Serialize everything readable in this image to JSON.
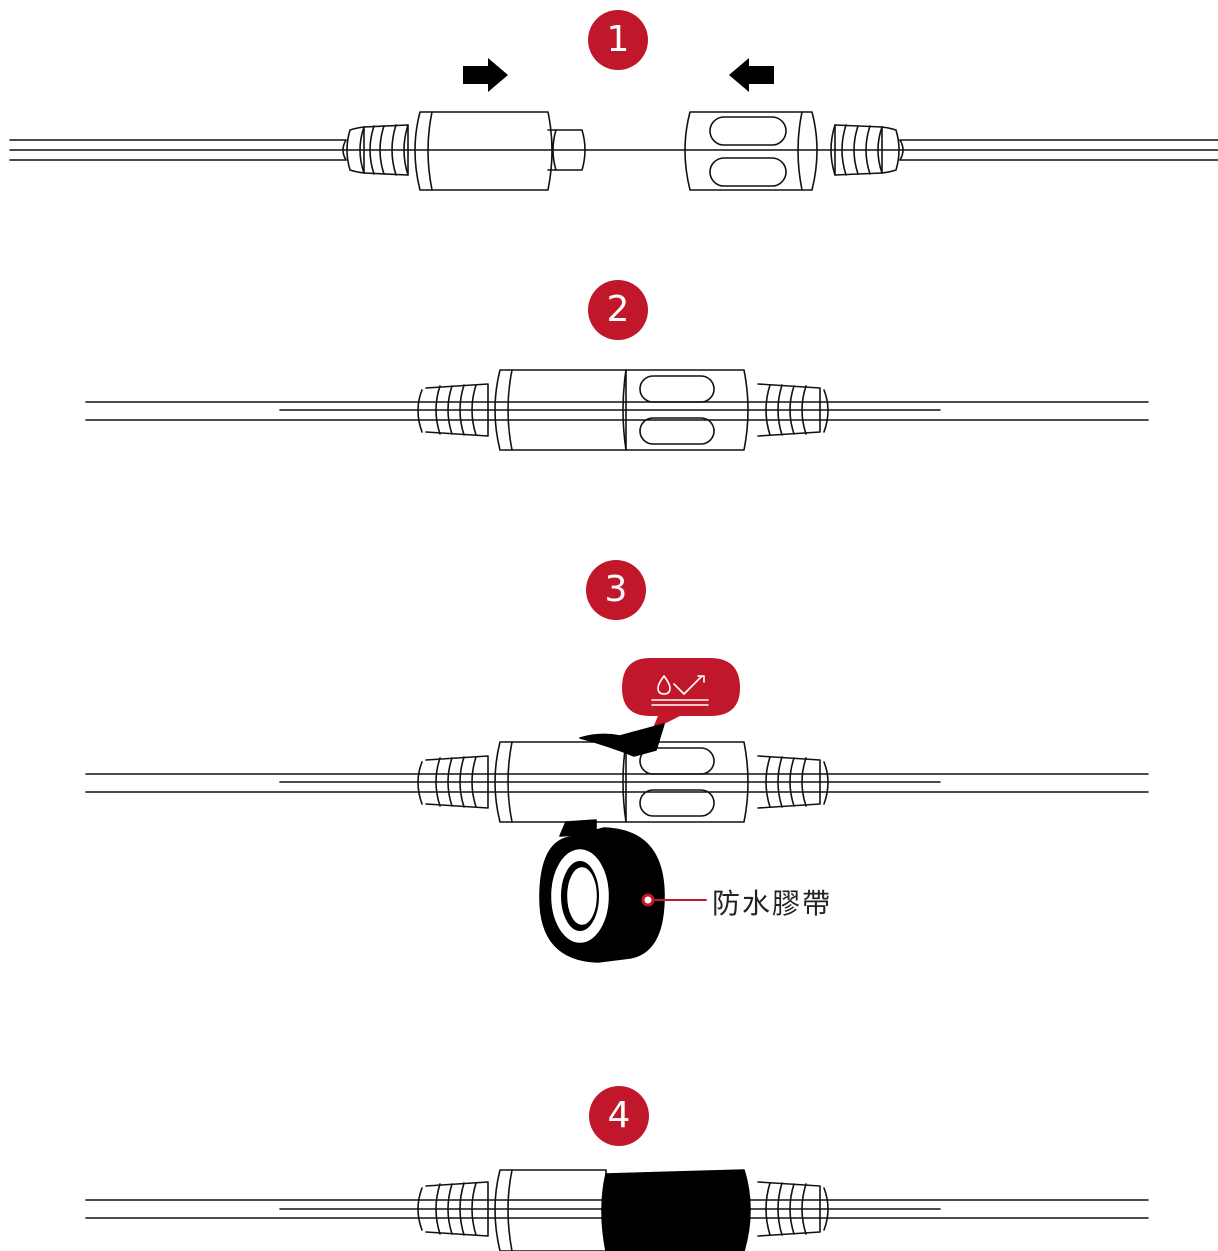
{
  "steps": [
    {
      "number": "1"
    },
    {
      "number": "2"
    },
    {
      "number": "3"
    },
    {
      "number": "4"
    }
  ],
  "tape_label": "防水膠帶",
  "icons": {
    "arrow_right": "arrow-right-icon",
    "arrow_left": "arrow-left-icon",
    "waterproof": "waterproof-icon"
  },
  "colors": {
    "accent": "#c0172b",
    "line": "#111111",
    "tape": "#000000"
  }
}
